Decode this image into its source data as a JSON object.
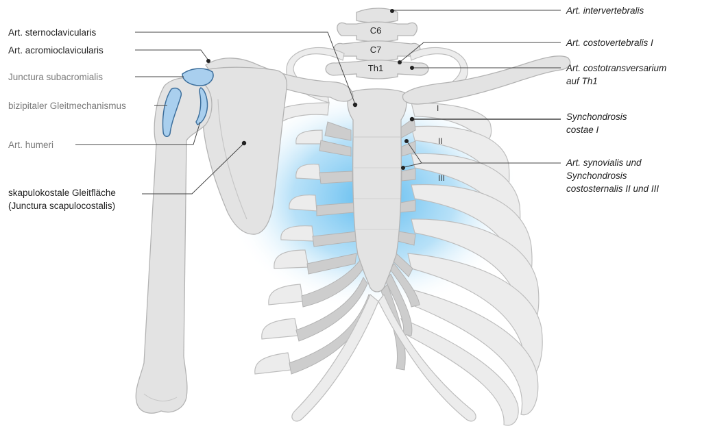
{
  "labels": {
    "sternoclavicularis": "Art. sternoclavicularis",
    "acromioclavicularis": "Art. acromioclavicularis",
    "subacromialis": "Junctura subacromialis",
    "bizipitaler": "bizipitaler Gleitmechanismus",
    "humeri": "Art. humeri",
    "scapulo_line1": "skapulokostale Gleitfläche",
    "scapulo_line2": "(Junctura scapulocostalis)",
    "intervertebralis": "Art. intervertebralis",
    "costovertebralis": "Art. costovertebralis I",
    "costotrans_line1": "Art. costotransversarium",
    "costotrans_line2": "auf Th1",
    "synchondrosis_line1": "Synchondrosis",
    "synchondrosis_line2": "costae I",
    "synovialis_line1": "Art. synovialis und",
    "synovialis_line2": "Synchondrosis",
    "synovialis_line3": "costosternalis II und III"
  },
  "vertebrae": {
    "c6": "C6",
    "c7": "C7",
    "th1": "Th1"
  },
  "ribs": {
    "r1": "I",
    "r2": "II",
    "r3": "III"
  },
  "colors": {
    "bone": "#e3e3e3",
    "bone_outline": "#b3b3b3",
    "joint_fill": "#a9cfee",
    "joint_outline": "#3d6f9c",
    "glow": "#52b6ee",
    "text_dark": "#1f1f1f",
    "text_grey": "#7a7a7a"
  }
}
